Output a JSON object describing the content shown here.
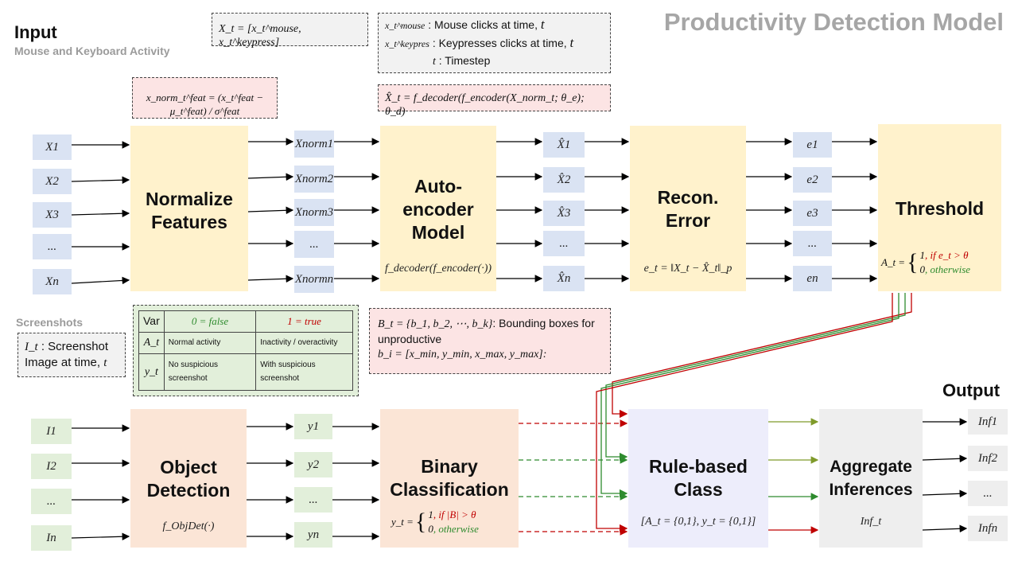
{
  "title": "Productivity Detection Model",
  "input": {
    "heading": "Input",
    "subheading": "Mouse and Keyboard Activity"
  },
  "screenshots_heading": "Screenshots",
  "output_heading": "Output",
  "x_inputs": [
    "X1",
    "X2",
    "X3",
    "...",
    "Xn"
  ],
  "x_norm": [
    "Xnorm1",
    "Xnorm2",
    "Xnorm3",
    "...",
    "Xnormn"
  ],
  "x_hat": [
    "X̂1",
    "X̂2",
    "X̂3",
    "...",
    "X̂n"
  ],
  "errors": [
    "e1",
    "e2",
    "e3",
    "...",
    "en"
  ],
  "i_inputs": [
    "I1",
    "I2",
    "...",
    "In"
  ],
  "y_outputs": [
    "y1",
    "y2",
    "...",
    "yn"
  ],
  "inferences": [
    "Inf1",
    "Inf2",
    "...",
    "Infn"
  ],
  "blocks": {
    "normalize": {
      "label1": "Normalize",
      "label2": "Features"
    },
    "autoencoder": {
      "label1": "Auto-",
      "label2": "encoder",
      "label3": "Model",
      "formula": "f_decoder(f_encoder(·))"
    },
    "recon": {
      "label1": "Recon.",
      "label2": "Error",
      "formula": "e_t = ‖X_t − X̂_t‖_p"
    },
    "threshold": {
      "label": "Threshold",
      "formula_lhs": "A_t =",
      "case1_val": "1",
      "case1_cond": ", if e_t > θ",
      "case2_val": "0",
      "case2_cond": ", otherwise"
    },
    "object_detection": {
      "label1": "Object",
      "label2": "Detection",
      "formula": "f_ObjDet(·)"
    },
    "binary": {
      "label1": "Binary",
      "label2": "Classification",
      "formula_lhs": "y_t =",
      "case1_val": "1",
      "case1_cond": ", if |B| > θ",
      "case2_val": "0",
      "case2_cond": ", otherwise"
    },
    "rule": {
      "label1": "Rule-based",
      "label2": "Class",
      "formula": "[A_t = {0,1}, y_t = {0,1}]"
    },
    "aggregate": {
      "label1": "Aggregate",
      "label2": "Inferences",
      "formula": "Inf_t"
    }
  },
  "notes": {
    "xt_def": "X_t = [x_t^mouse, x_t^keypress]",
    "legend_mouse_sym": "x_t^mouse",
    "legend_mouse": ": Mouse clicks at time,",
    "legend_mouse_t": "t",
    "legend_key_sym": "x_t^keypres",
    "legend_key": ": Keypresses clicks at time,",
    "legend_key_t": "t",
    "legend_t_sym": "t",
    "legend_t": ": Timestep",
    "norm_formula": "x_norm_t^feat = (x_t^feat − μ_t^feat) / σ^feat",
    "decoder_formula": "X̂_t = f_decoder(f_encoder(X_norm_t; θ_e); θ_d)",
    "screenshot_sym": "I_t",
    "screenshot_text1": ": Screenshot",
    "screenshot_text2": "Image at time,",
    "screenshot_t": "t",
    "bbox_line1_sym": "B_t = {b_1, b_2, ⋯, b_k}",
    "bbox_line1": ": Bounding boxes for",
    "bbox_line2": "unproductive",
    "bbox_line3": "b_i = [x_min, y_min, x_max, y_max]:"
  },
  "var_table": {
    "header": [
      "Var",
      "0 = false",
      "1 = true"
    ],
    "rows": [
      {
        "var": "A_t",
        "zero": "Normal activity",
        "one": "Inactivity / overactivity"
      },
      {
        "var": "y_t",
        "zero": "No suspicious screenshot",
        "one": "With suspicious screenshot"
      }
    ]
  },
  "colors": {
    "blue_box": "#dae3f3",
    "green_box": "#e2efda",
    "yellow_block": "#fff2cc",
    "peach_block": "#fbe5d6",
    "lavender_block": "#ededfb",
    "grey_block": "#eeeeee",
    "red_line": "#c00000",
    "green_line": "#2e8b2e",
    "olive_line": "#7f9a2a",
    "dashed_red": "#c00000",
    "dashed_green": "#2e8b2e"
  }
}
